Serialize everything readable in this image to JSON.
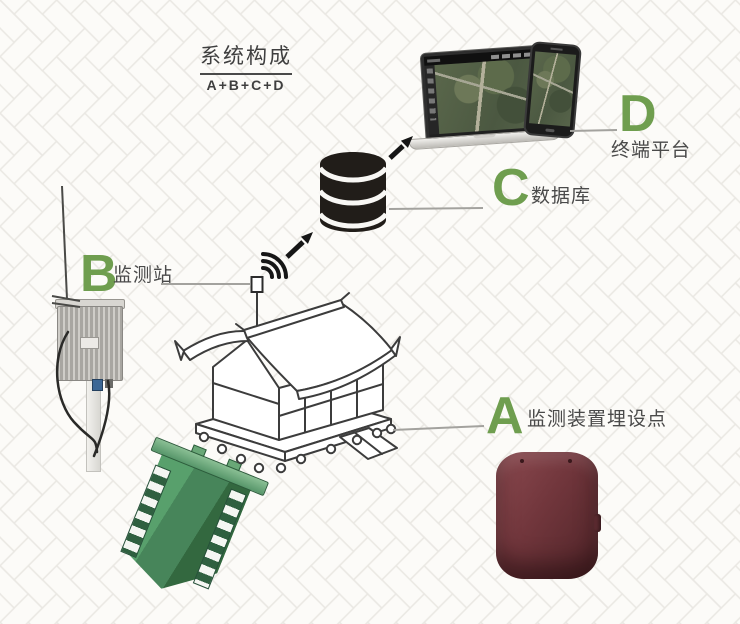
{
  "title": {
    "main": "系统构成",
    "formula": "A+B+C+D"
  },
  "nodes": {
    "a": {
      "letter": "A",
      "label": "监测装置埋设点"
    },
    "b": {
      "letter": "B",
      "label": "监测站"
    },
    "c": {
      "letter": "C",
      "label": "数据库"
    },
    "d": {
      "letter": "D",
      "label": "终端平台"
    }
  },
  "colors": {
    "accent_green": "#6f9e4f",
    "label_text": "#4a4a4a",
    "connector_gray": "#a3a29e",
    "database_black": "#211d19",
    "device_red": "#71363c",
    "device_green": "#47855a",
    "station_gray": "#b5b3ae",
    "background": "#fcfbf8"
  }
}
